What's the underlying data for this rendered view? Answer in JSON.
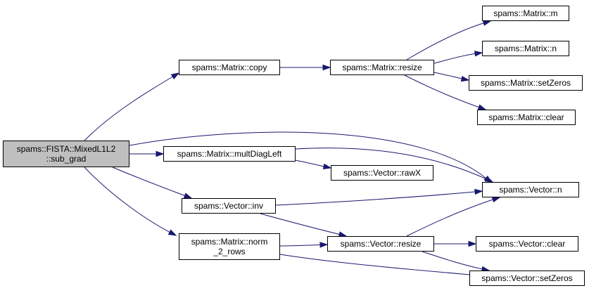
{
  "colors": {
    "edge": "#191970",
    "root_fill": "#bfbfbf",
    "node_fill": "#ffffff",
    "border": "#000000"
  },
  "nodes": {
    "sub_grad": {
      "lines": [
        "spams::FISTA::MixedL1L2",
        "::sub_grad"
      ]
    },
    "m_copy": {
      "lines": [
        "spams::Matrix::copy"
      ]
    },
    "m_resize": {
      "lines": [
        "spams::Matrix::resize"
      ]
    },
    "m_m": {
      "lines": [
        "spams::Matrix::m"
      ]
    },
    "m_n": {
      "lines": [
        "spams::Matrix::n"
      ]
    },
    "m_setzeros": {
      "lines": [
        "spams::Matrix::setZeros"
      ]
    },
    "m_clear": {
      "lines": [
        "spams::Matrix::clear"
      ]
    },
    "m_multdiag": {
      "lines": [
        "spams::Matrix::multDiagLeft"
      ]
    },
    "v_rawx": {
      "lines": [
        "spams::Vector::rawX"
      ]
    },
    "v_n": {
      "lines": [
        "spams::Vector::n"
      ]
    },
    "v_inv": {
      "lines": [
        "spams::Vector::inv"
      ]
    },
    "m_norm2rows": {
      "lines": [
        "spams::Matrix::norm",
        "_2_rows"
      ]
    },
    "v_resize": {
      "lines": [
        "spams::Vector::resize"
      ]
    },
    "v_clear": {
      "lines": [
        "spams::Vector::clear"
      ]
    },
    "v_setzeros": {
      "lines": [
        "spams::Vector::setZeros"
      ]
    }
  }
}
